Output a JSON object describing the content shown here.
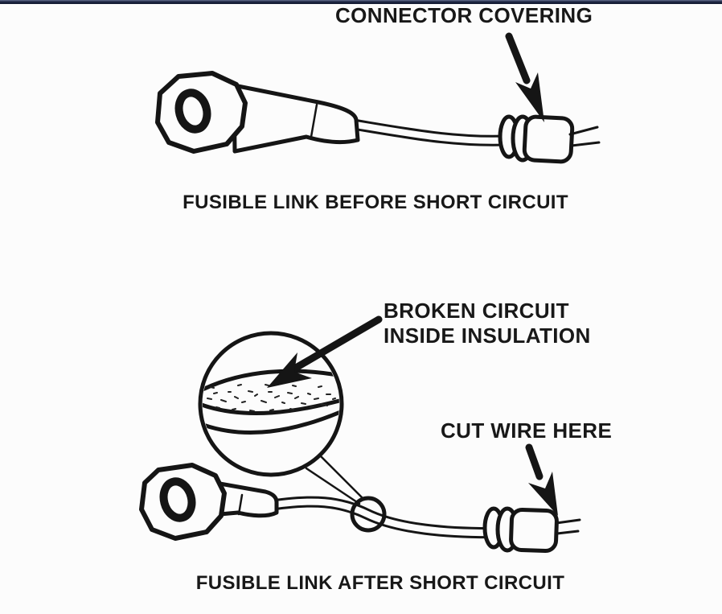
{
  "page": {
    "title": "Fusible link inspection diagram",
    "colors": {
      "background": "#fcfcfc",
      "ink": "#151515",
      "top_border": "#1d2642"
    }
  },
  "figures": [
    {
      "id": "before-short-circuit",
      "caption": "FUSIBLE LINK BEFORE SHORT CIRCUIT",
      "callouts": [
        {
          "text": "CONNECTOR COVERING",
          "arrow": "down-right-arrow"
        }
      ],
      "parts": [
        "ring-terminal",
        "crimp-sleeve",
        "wire",
        "connector-covering",
        "pigtail-wires"
      ]
    },
    {
      "id": "after-short-circuit",
      "caption": "FUSIBLE LINK AFTER SHORT CIRCUIT",
      "callouts": [
        {
          "line1": "BROKEN CIRCUIT",
          "line2": "INSIDE INSULATION",
          "arrow": "down-left-arrow"
        },
        {
          "text": "CUT WIRE HERE",
          "arrow": "down-right-arrow"
        }
      ],
      "parts": [
        "ring-terminal",
        "crimp-sleeve",
        "wire",
        "short-circuit-bulge",
        "magnifier-circle",
        "connector-covering",
        "pigtail-wires"
      ]
    }
  ]
}
